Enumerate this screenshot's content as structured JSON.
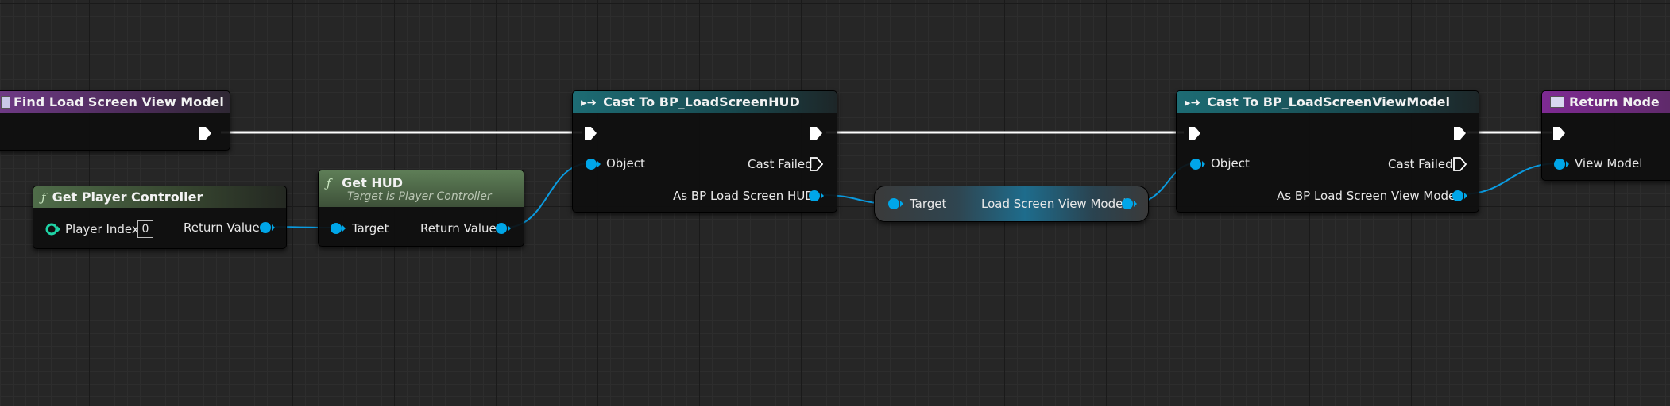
{
  "graph": {
    "nodes": {
      "find_vm": {
        "title": "Find Load Screen View Model"
      },
      "get_pc": {
        "title": "Get Player Controller",
        "function_icon": "ƒ",
        "in_label": "Player Index",
        "in_value": "0",
        "out_label": "Return Value"
      },
      "get_hud": {
        "title": "Get HUD",
        "function_icon": "ƒ",
        "subtitle": "Target is Player Controller",
        "in_label": "Target",
        "out_label": "Return Value"
      },
      "cast_hud": {
        "title": "Cast To BP_LoadScreenHUD",
        "object_label": "Object",
        "failed_label": "Cast Failed",
        "as_label": "As BP Load Screen HUD"
      },
      "get_var": {
        "in_label": "Target",
        "out_label": "Load Screen View Model"
      },
      "cast_vm": {
        "title": "Cast To BP_LoadScreenViewModel",
        "object_label": "Object",
        "failed_label": "Cast Failed",
        "as_label": "As BP Load Screen View Model"
      },
      "return_node": {
        "title": "Return Node",
        "in_label": "View Model"
      }
    },
    "colors": {
      "exec_wire": "#ffffff",
      "object_pin": "#00a6e8",
      "grid_bg": "#262626"
    }
  }
}
